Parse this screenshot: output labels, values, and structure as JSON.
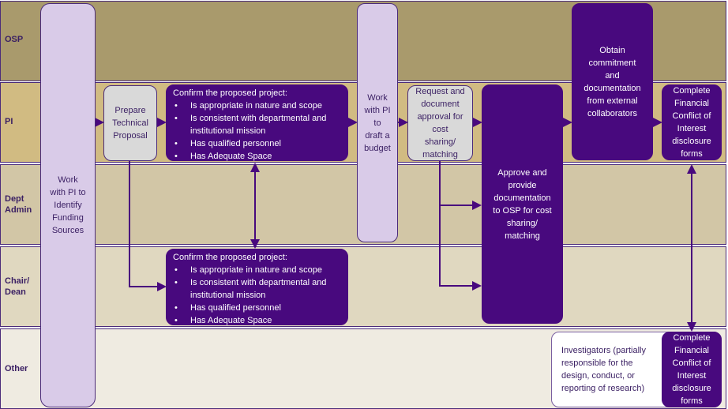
{
  "lanes": {
    "osp": "OSP",
    "pi": "PI",
    "dept_admin": "Dept\nAdmin",
    "chair_dean": "Chair/\nDean",
    "other": "Other"
  },
  "boxes": {
    "identify_funding": "Work\nwith PI to\nIdentify\nFunding\nSources",
    "prepare_proposal": "Prepare\nTechnical\nProposal",
    "confirm_pi": {
      "title": "Confirm the  proposed project:",
      "items": [
        "Is appropriate in nature and scope",
        "Is consistent with departmental and institutional mission",
        "Has qualified personnel",
        "Has Adequate  Space"
      ]
    },
    "confirm_chair": {
      "title": "Confirm the  proposed project:",
      "items": [
        "Is appropriate in nature and scope",
        "Is consistent with departmental and institutional mission",
        "Has qualified personnel",
        "Has Adequate  Space"
      ]
    },
    "draft_budget": "Work\nwith PI\nto\ndraft a\nbudget",
    "request_approval": "Request and\ndocument\napproval for\ncost\nsharing/\nmatching",
    "approve_documentation": "Approve and\nprovide\ndocumentation\nto OSP for cost\nsharing/\nmatching",
    "obtain_commitment": "Obtain\ncommitment\nand\ndocumentation\nfrom external\ncollaborators",
    "coi_pi": "Complete\nFinancial\nConflict of\nInterest\ndisclosure\nforms",
    "investigators": "Investigators (partially\nresponsible for the\ndesign, conduct, or\nreporting of research)",
    "coi_other": "Complete\nFinancial\nConflict of\nInterest\ndisclosure\nforms"
  },
  "colors": {
    "lane_osp": "#a99a6c",
    "lane_pi": "#d1bb82",
    "lane_dept": "#d2c6a6",
    "lane_chair": "#e0d8c0",
    "lane_other": "#efebe1",
    "accent_dark": "#48097e",
    "accent_light": "#d9cbe8",
    "box_grey": "#d9d9d9"
  }
}
